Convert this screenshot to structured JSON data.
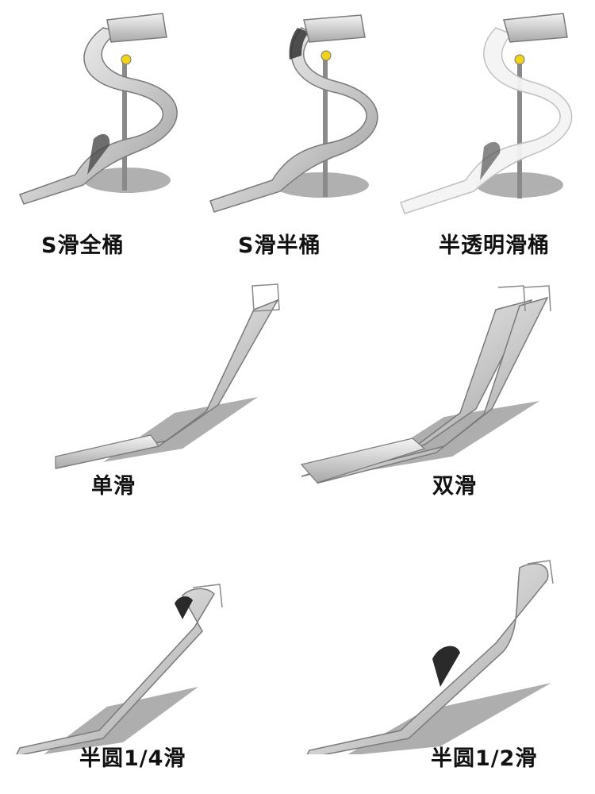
{
  "colors": {
    "metal_light": "#f2f2f2",
    "metal_mid": "#bdbdbd",
    "metal_dark": "#7a7a7a",
    "shadow": "#9a9a9a",
    "pole": "#8a8a8a",
    "ball": "#f1d21a",
    "caption": "#111111"
  },
  "slides": [
    {
      "id": "s-full-tube",
      "label": "S滑全桶"
    },
    {
      "id": "s-half-tube",
      "label": "S滑半桶"
    },
    {
      "id": "semi-transparent-tube",
      "label": "半透明滑桶"
    },
    {
      "id": "single",
      "label": "单滑"
    },
    {
      "id": "double",
      "label": "双滑"
    },
    {
      "id": "quarter-round",
      "label": "半圆1/4滑"
    },
    {
      "id": "half-round",
      "label": "半圆1/2滑"
    }
  ]
}
